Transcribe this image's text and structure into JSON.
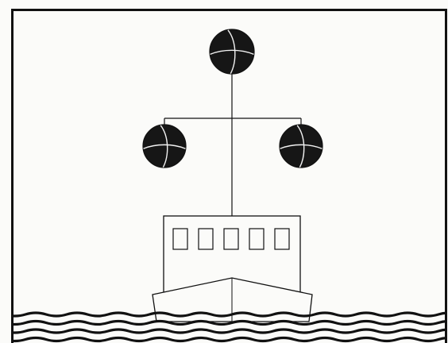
{
  "figure": {
    "kind": "line-illustration",
    "subject": "vessel-with-ball-signal",
    "signal": {
      "shape_count": 3,
      "shape": "ball",
      "arrangement": "one-over-two"
    },
    "vessel": {
      "window_count": 5
    },
    "water": {
      "wave_rows": 4
    }
  },
  "colors": {
    "ink": "#111111",
    "paper": "#fbfbf9",
    "ball_fill": "#161616",
    "ball_seam": "#f2f2f2"
  }
}
